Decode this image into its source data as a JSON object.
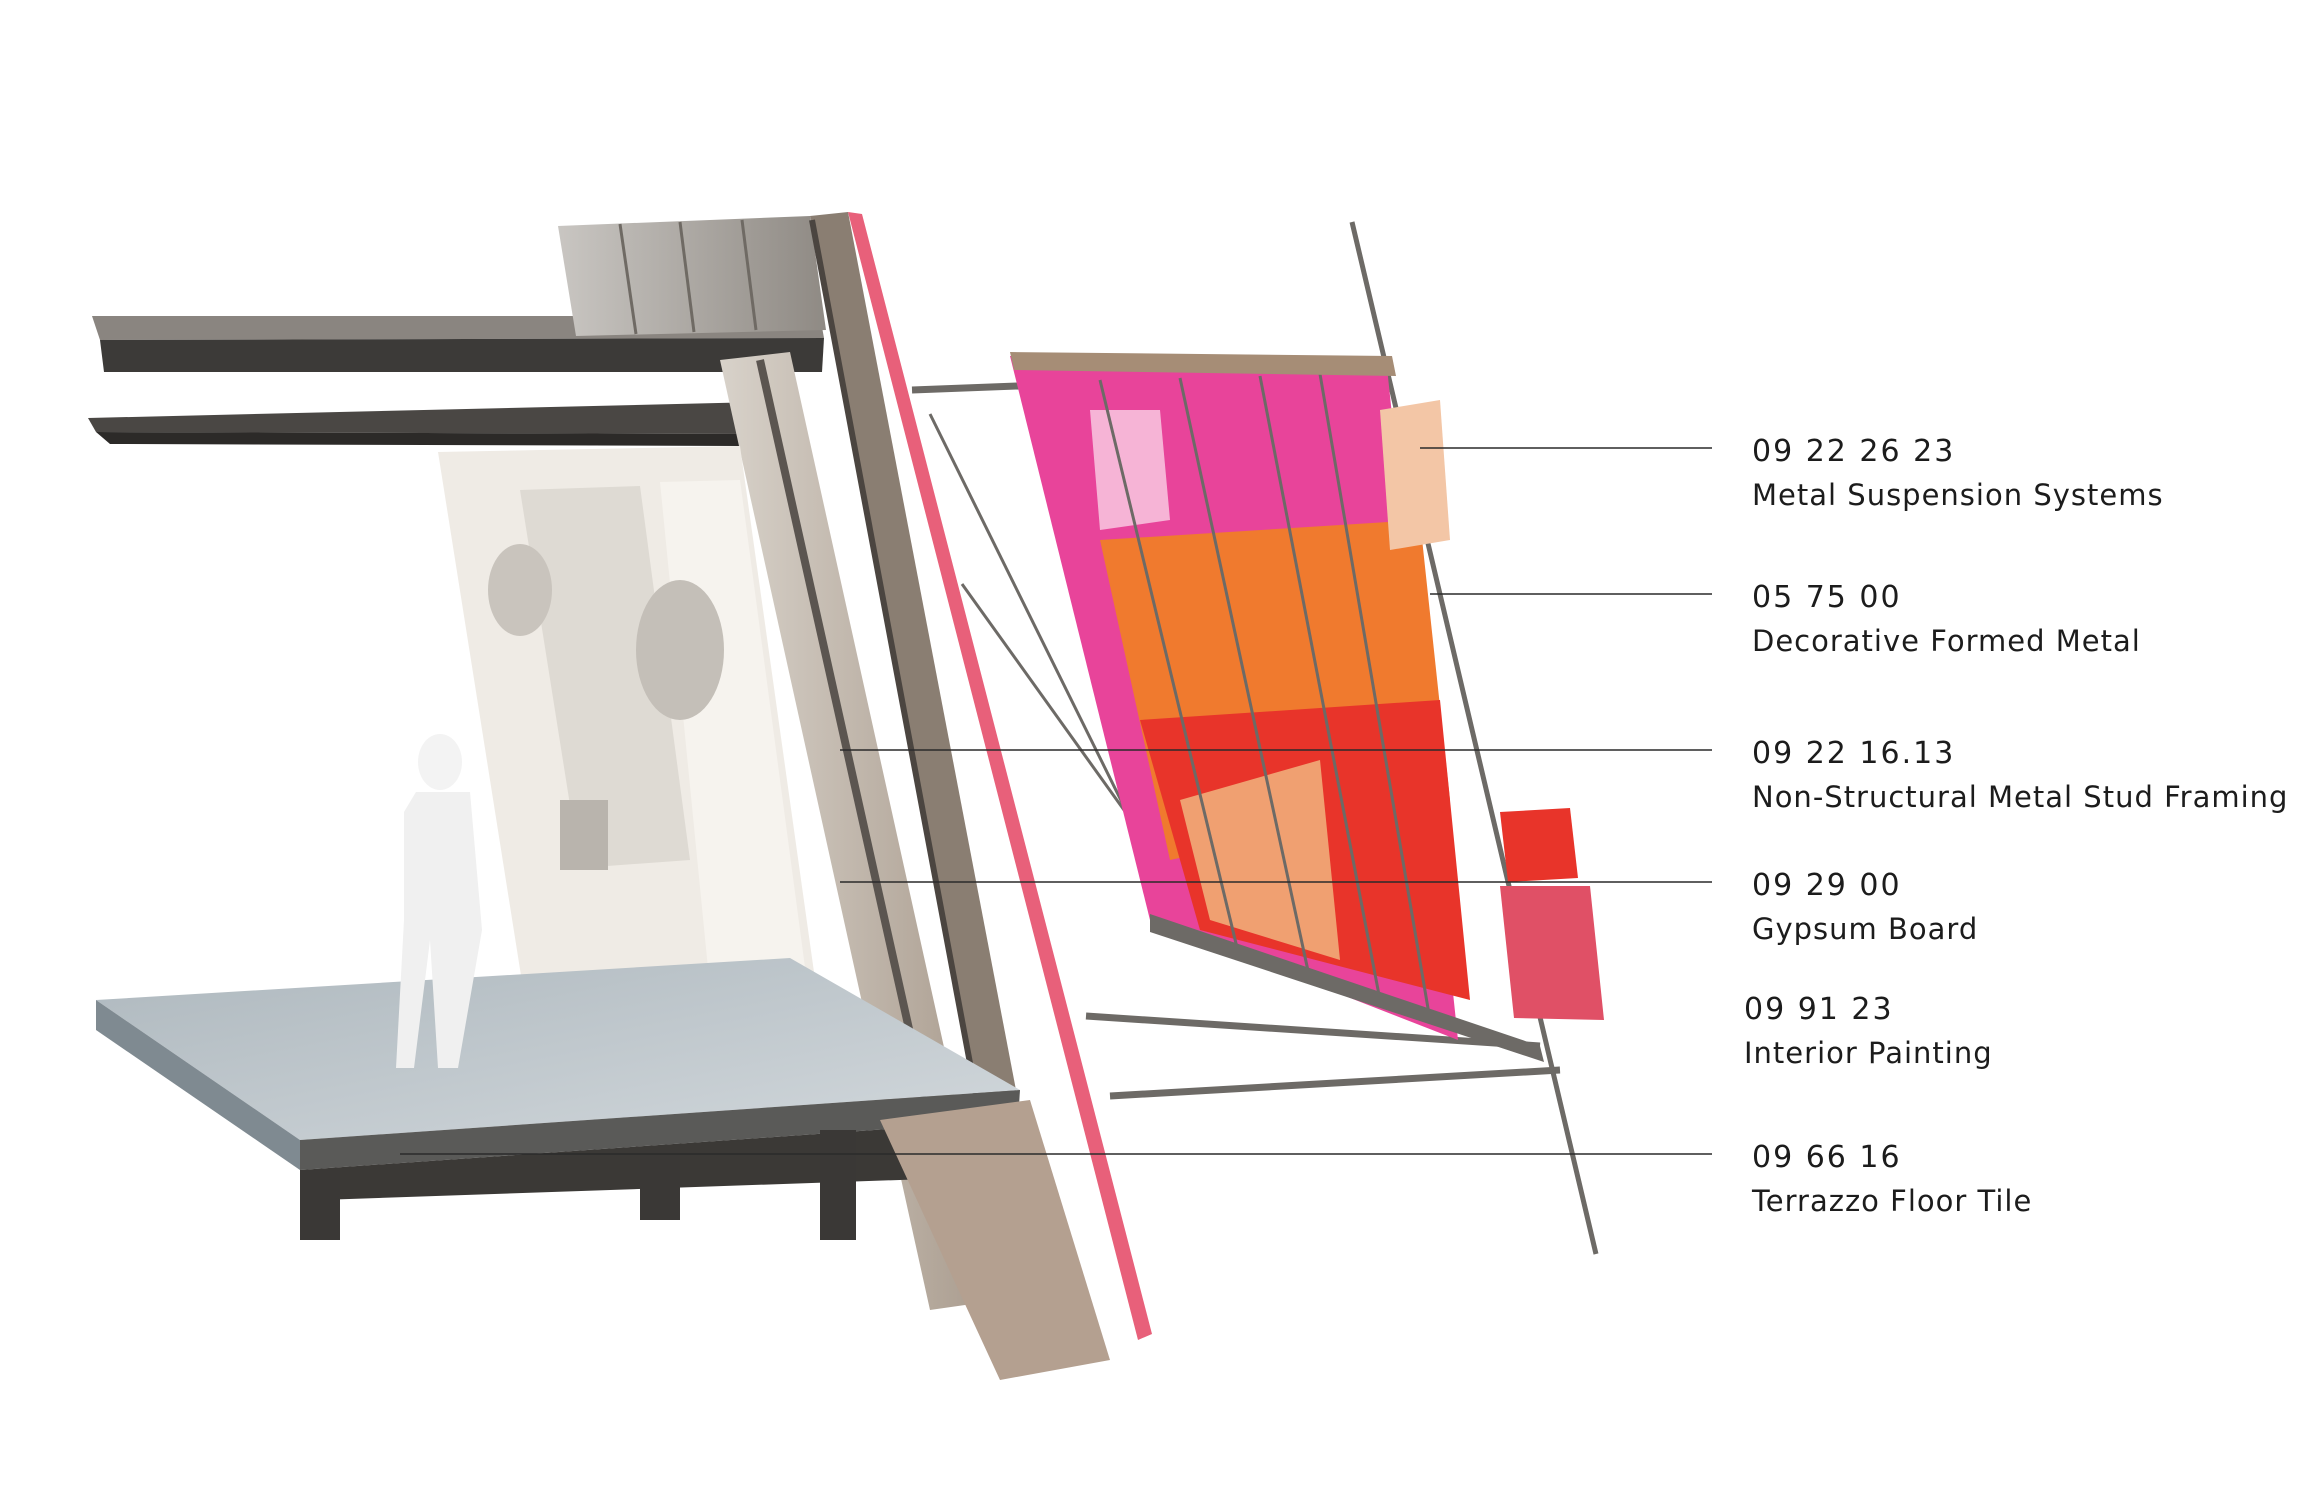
{
  "callouts": [
    {
      "code": "09 22 26 23",
      "label": "Metal Suspension Systems"
    },
    {
      "code": "05 75 00",
      "label": "Decorative Formed Metal"
    },
    {
      "code": "09 22 16.13",
      "label": "Non-Structural Metal Stud Framing"
    },
    {
      "code": "09 29 00",
      "label": "Gypsum Board"
    },
    {
      "code": "09 91 23",
      "label": "Interior Painting"
    },
    {
      "code": "09 66 16",
      "label": "Terrazzo Floor Tile"
    }
  ],
  "colors": {
    "leader_line": "#2a2a2a",
    "steel": "#6d6a66",
    "pink_face": "#e8607a",
    "panel_magenta": "#e0479e",
    "panel_orange": "#f07a2e",
    "panel_red": "#e8342a",
    "gypsum": "#eeeae4",
    "floor": "#b9c3c9"
  }
}
